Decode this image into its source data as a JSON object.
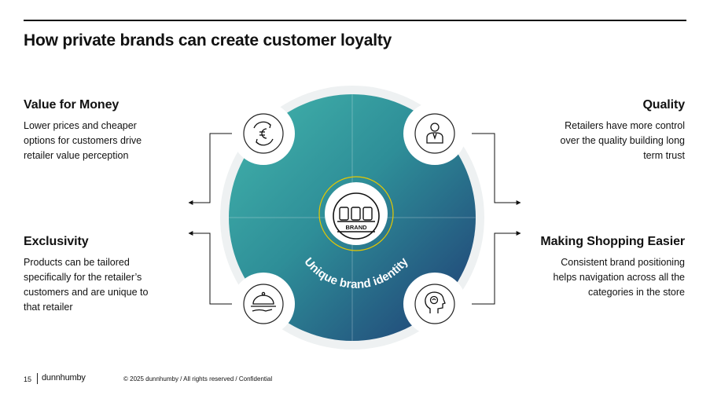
{
  "title": "How private brands can create customer loyalty",
  "center": {
    "badge_label": "BRAND",
    "ring_text": "Unique brand identity"
  },
  "blocks": {
    "value": {
      "heading": "Value for Money",
      "lines": [
        "Lower prices and cheaper",
        "options for customers drive",
        "retailer value perception"
      ]
    },
    "quality": {
      "heading": "Quality",
      "lines": [
        "Retailers have more control",
        "over the quality building long",
        "term trust"
      ]
    },
    "exclusivity": {
      "heading": "Exclusivity",
      "lines": [
        "Products can be tailored",
        "specifically for the retailer’s",
        "customers and are unique to",
        "that retailer"
      ]
    },
    "easier": {
      "heading": "Making Shopping Easier",
      "lines": [
        "Consistent brand positioning",
        "helps navigation across all the",
        "categories in the store"
      ]
    }
  },
  "icons": [
    "euro-cycle-icon",
    "person-suit-icon",
    "serving-cloche-icon",
    "head-brain-icon",
    "brand-shelf-icon"
  ],
  "colors": {
    "teal": "#3bb0a8",
    "navy": "#1f3f73",
    "yellow_ring": "#e6c800",
    "text": "#111111"
  },
  "footer": {
    "page": "15",
    "logo": "dunnhumby",
    "copyright": "© 2025 dunnhumby / All rights reserved / Confidential"
  }
}
